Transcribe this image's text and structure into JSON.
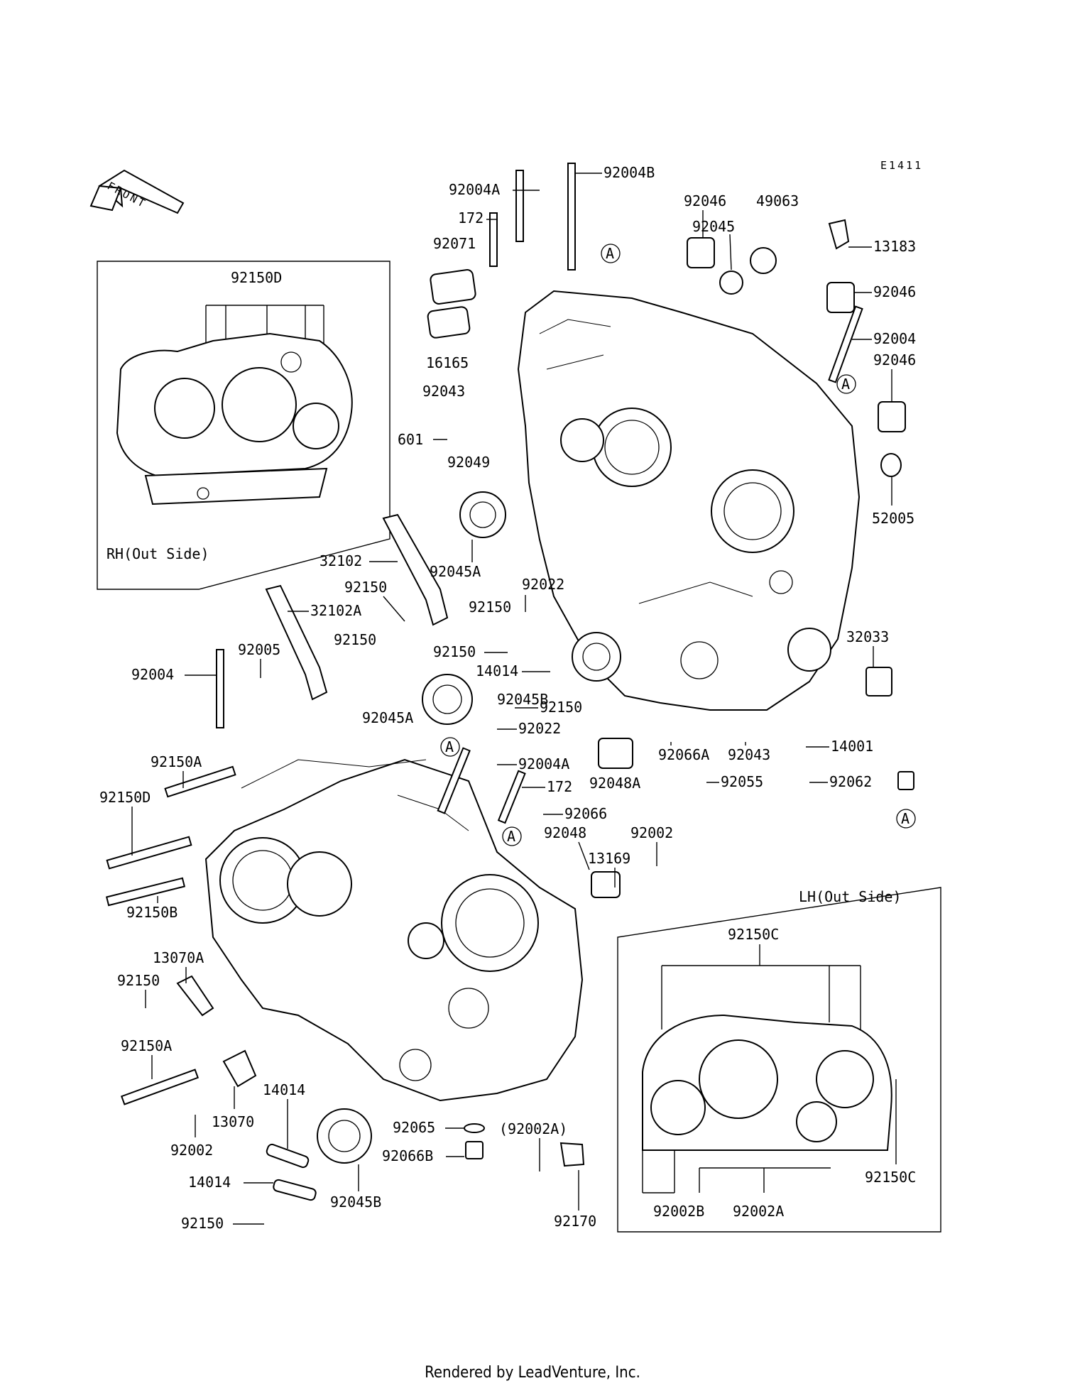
{
  "diagram_code": "E1411",
  "front_arrow_label": "FRONT",
  "insets": {
    "rh": {
      "title": "RH(Out Side)",
      "label": "92150D"
    },
    "lh": {
      "title": "LH(Out Side)",
      "label_top": "92150C",
      "label_right": "92150C",
      "label_bottom_left": "92002B",
      "label_bottom_mid": "92002A"
    }
  },
  "ref_marker": "A",
  "part_labels": [
    "92004A",
    "92004B",
    "172",
    "92071",
    "16165",
    "92043",
    "601",
    "92049",
    "92046",
    "92045",
    "49063",
    "13183",
    "92046",
    "92004",
    "92046",
    "52005",
    "92045A",
    "32102",
    "92150",
    "32102A",
    "92150",
    "92022",
    "92150",
    "92150",
    "14014",
    "92045B",
    "32033",
    "92004",
    "92005",
    "92045A",
    "92150",
    "92022",
    "92004A",
    "172",
    "92066",
    "92066A",
    "92043",
    "14001",
    "92048A",
    "92055",
    "92062",
    "92150A",
    "92150D",
    "92048",
    "92002",
    "13169",
    "92150B",
    "13070A",
    "92150",
    "92150A",
    "14014",
    "13070",
    "92002",
    "92065",
    "92066B",
    "(92002A)",
    "14014",
    "92150",
    "92045B",
    "92170"
  ],
  "footer": "Rendered by LeadVenture, Inc."
}
